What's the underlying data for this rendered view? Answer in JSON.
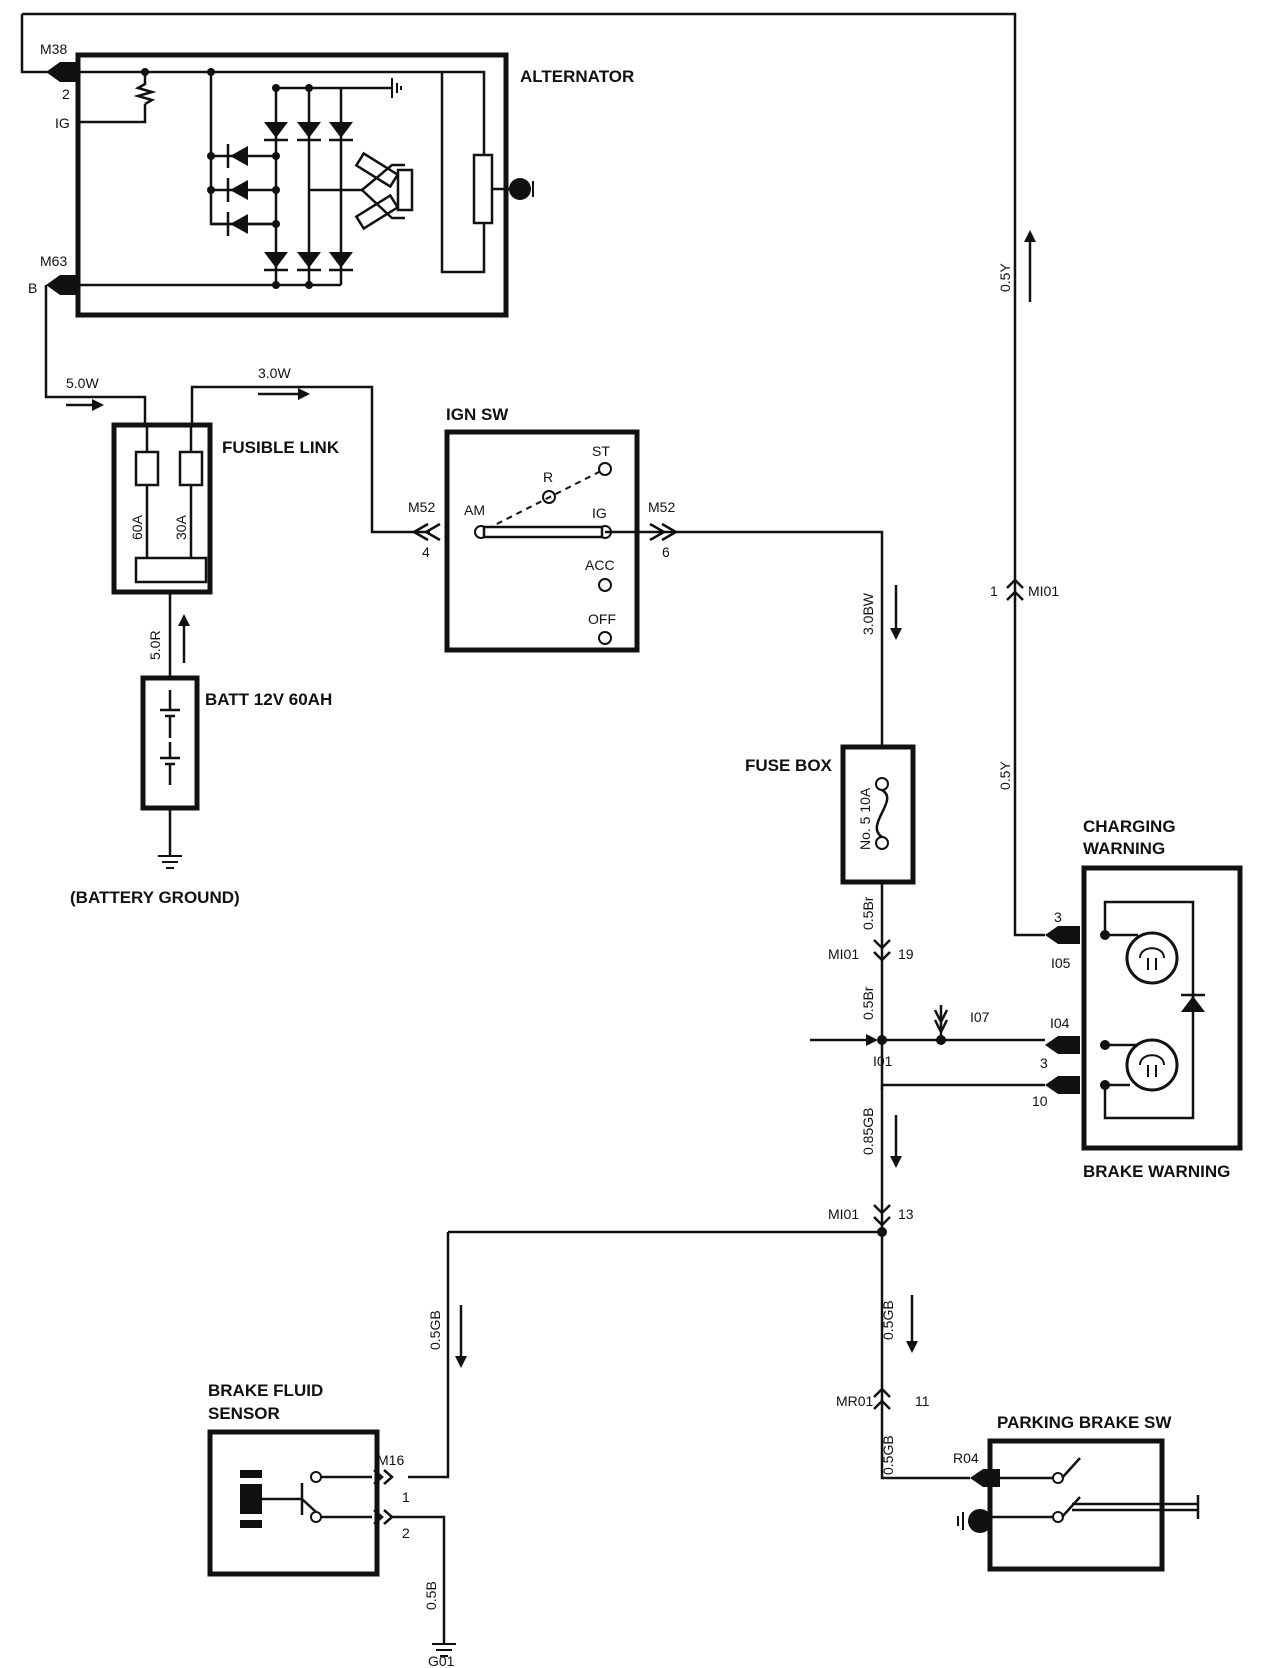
{
  "components": {
    "alternator": "ALTERNATOR",
    "fusible_link": "FUSIBLE LINK",
    "fuse_60": "60A",
    "fuse_30": "30A",
    "battery": "BATT 12V 60AH",
    "battery_ground": "(BATTERY GROUND)",
    "ign_sw": "IGN SW",
    "fuse_box": "FUSE BOX",
    "fuse_no5": "No. 5 10A",
    "charging_warning_1": "CHARGING",
    "charging_warning_2": "WARNING",
    "brake_warning": "BRAKE WARNING",
    "brake_fluid_1": "BRAKE FLUID",
    "brake_fluid_2": "SENSOR",
    "parking_brake": "PARKING BRAKE SW"
  },
  "switch_positions": {
    "st": "ST",
    "r": "R",
    "am": "AM",
    "ig": "IG",
    "acc": "ACC",
    "off": "OFF"
  },
  "connectors": {
    "m38": "M38",
    "m38_pin": "2",
    "ig_term": "IG",
    "m63": "M63",
    "b_term": "B",
    "m52_left": "M52",
    "m52_left_pin": "4",
    "m52_right": "M52",
    "m52_right_pin": "6",
    "mi01_top": "MI01",
    "mi01_top_pin": "1",
    "mi01_a": "MI01",
    "mi01_a_pin": "19",
    "mi01_b": "MI01",
    "mi01_b_pin": "13",
    "i01": "I01",
    "i07": "I07",
    "i05": "I05",
    "i05_pin": "3",
    "i04": "I04",
    "i04_pin": "3",
    "pin_10": "10",
    "mr01": "MR01",
    "mr01_pin": "11",
    "r04": "R04",
    "m16": "M16",
    "m16_pin1": "1",
    "m16_pin2": "2",
    "g01": "G01"
  },
  "wires": {
    "w_5_0w": "5.0W",
    "w_3_0w": "3.0W",
    "w_5_0r": "5.0R",
    "w_3_0bw": "3.0BW",
    "w_0_5y_top": "0.5Y",
    "w_0_5y_mid": "0.5Y",
    "w_0_5br_a": "0.5Br",
    "w_0_5br_b": "0.5Br",
    "w_0_85gb": "0.85GB",
    "w_0_5gb_left": "0.5GB",
    "w_0_5gb_right": "0.5GB",
    "w_0_5gb_pb": "0.5GB",
    "w_0_5b": "0.5B"
  }
}
